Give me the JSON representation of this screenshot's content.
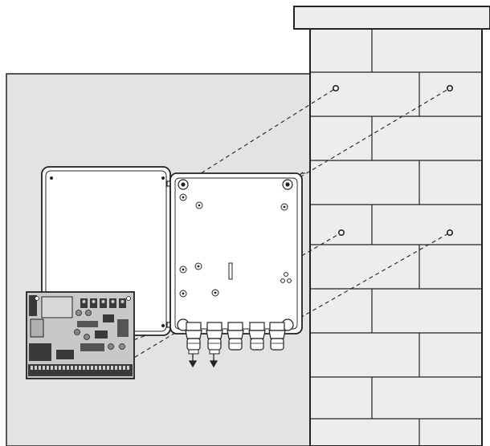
{
  "diagram": {
    "kind": "wall-mounting installation illustration",
    "palette": {
      "background": "#ffffff",
      "wall_fill": "#e3e3e3",
      "pillar_fill": "#ededed",
      "line": "#222222",
      "board_fill": "#c8c8c8",
      "board_dark": "#3a3a3a",
      "screw_fill": "#ffffff"
    },
    "counts": {
      "wall_mounting_holes": 4,
      "cable_glands": 5,
      "cable_entry_arrows": 2
    }
  }
}
